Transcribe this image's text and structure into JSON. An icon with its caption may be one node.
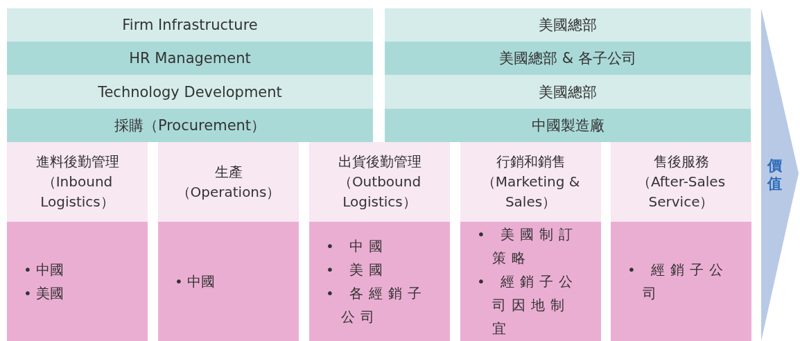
{
  "diagram": {
    "nodes": [
      {
        "text": [
          "Firm Infrastructure"
        ]
      },
      {
        "text": [
          "美國總部"
        ]
      },
      {
        "text": [
          "HR Management"
        ]
      },
      {
        "text": [
          "美國總部 & 各子公司"
        ]
      },
      {
        "text": [
          "Technology Development"
        ]
      },
      {
        "text": [
          "美國總部"
        ]
      },
      {
        "text": [
          "採購（Procurement）"
        ]
      },
      {
        "text": [
          "中國製造廠"
        ]
      },
      {
        "text": [
          "進料後勤管理",
          "（Inbound Logistics）"
        ]
      },
      {
        "text": [
          "生產",
          "（Operations）"
        ]
      },
      {
        "text": [
          "出貨後勤管理",
          "（Outbound Logistics）"
        ]
      },
      {
        "text": [
          "行銷和銷售",
          "（Marketing & Sales）"
        ]
      },
      {
        "text": [
          "售後服務",
          "（After-Sales Service）"
        ]
      },
      {
        "text": [
          "• 中國",
          "• 美國"
        ]
      },
      {
        "text": [
          "• 中國"
        ]
      },
      {
        "text": [
          "• 中國",
          "• 美國",
          "• 各經銷子公司"
        ]
      },
      {
        "text": [
          "• 美國制訂策略",
          "• 經銷子公司因地制宜"
        ]
      },
      {
        "text": [
          "• 經銷子公司"
        ]
      },
      {
        "text": [
          "價值"
        ]
      }
    ]
  }
}
